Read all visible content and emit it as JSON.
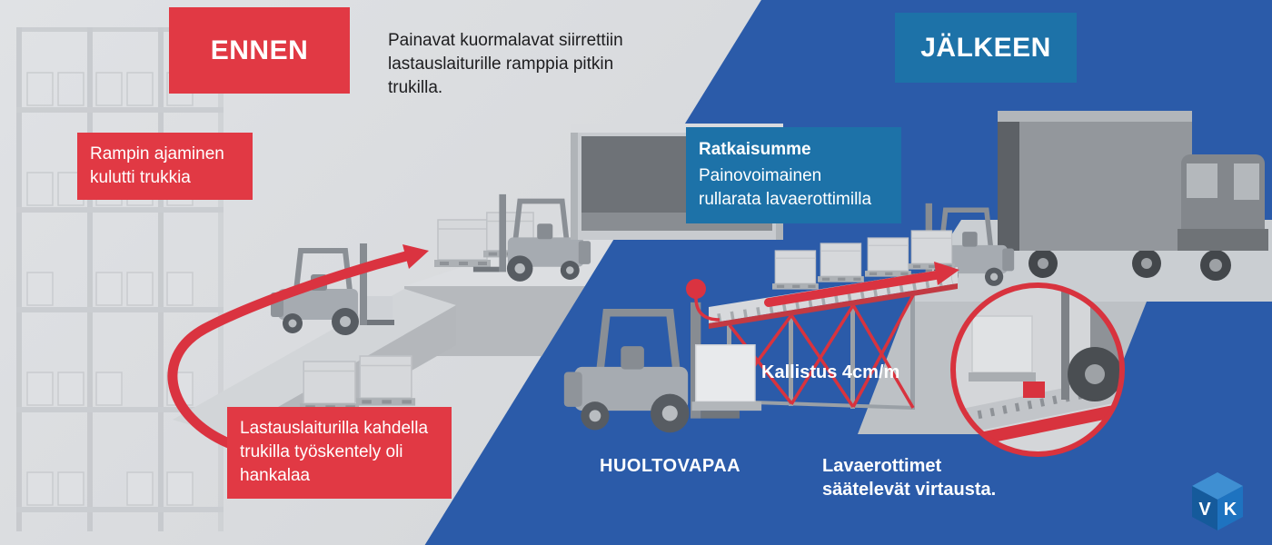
{
  "colors": {
    "background_left": "#d8dadd",
    "background_right": "#2b5ba9",
    "accent_red": "#e13944",
    "header_blue": "#1d72a8",
    "text_dark": "#1d1d1f",
    "text_light": "#ffffff"
  },
  "before_section": {
    "header_label": "ENNEN",
    "intro_text": "Painavat kuormalavat siirrettiin lastauslaiturille ramppia pitkin trukilla.",
    "callout_ramp": "Rampin ajaminen kulutti trukkia",
    "callout_dock": "Lastauslaiturilla kahdella trukilla työskentely oli hankalaa"
  },
  "after_section": {
    "header_label": "JÄLKEEN",
    "solution_heading": "Ratkaisumme",
    "solution_text": "Painovoimainen rullarata lavaerottimilla",
    "tilt_note": "Kallistus 4cm/m",
    "maintenance_note": "HUOLTOVAPAA",
    "separator_note": "Lavaerottimet säätelevät virtausta."
  },
  "logo": {
    "letter_left": "V",
    "letter_right": "K"
  }
}
